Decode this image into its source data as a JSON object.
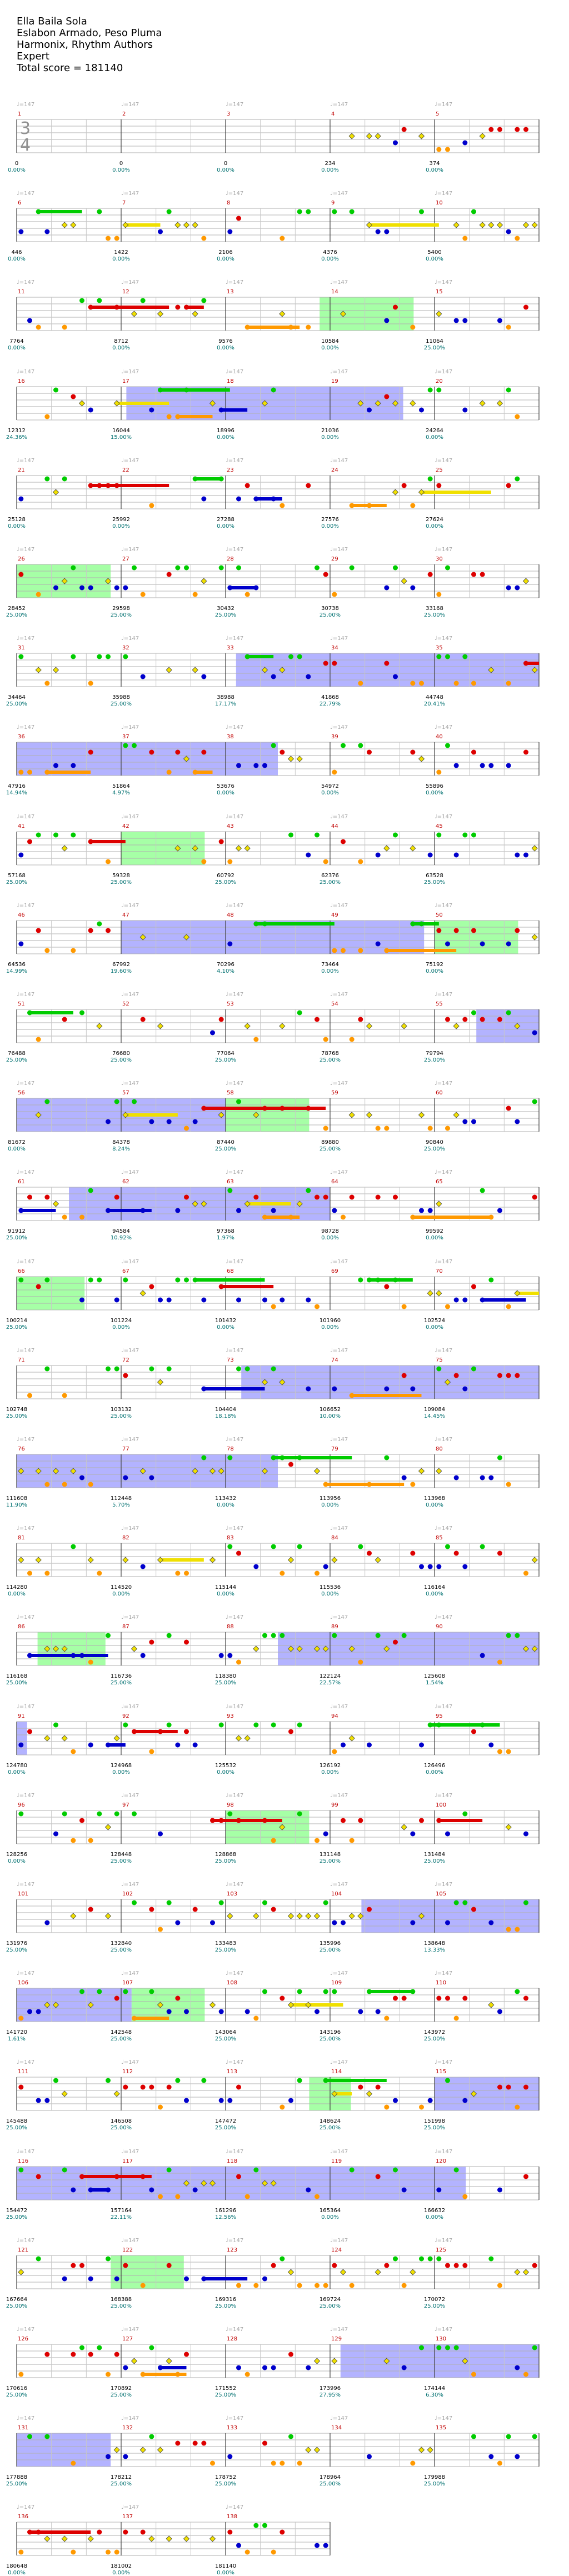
{
  "song": {
    "title": "Ella Baila Sola",
    "artist": "Eslabon Armado, Peso Pluma",
    "authors": "Harmonix, Rhythm Authors",
    "difficulty": "Expert",
    "total_label": "Total score = ",
    "total_score": "181140"
  },
  "time_signature": {
    "top": "3",
    "bottom": "4"
  },
  "tempo_label": "♩=147",
  "colors": {
    "green": "#00cc00",
    "red": "#dd0000",
    "yellow": "#f0e000",
    "blue": "#0000cc",
    "orange": "#ff9900",
    "sp": "#80ff80",
    "solo": "#8080ff"
  },
  "rows": [
    {
      "m0": 1,
      "n": 5,
      "scores": [
        "0",
        "0",
        "0",
        "234",
        "374"
      ],
      "pcts": [
        "0.00%",
        "0.00%",
        "0.00%",
        "0.00%",
        "0.00%"
      ]
    },
    {
      "m0": 6,
      "n": 5,
      "scores": [
        "446",
        "1422",
        "2106",
        "4376",
        "5400"
      ],
      "pcts": [
        "0.00%",
        "0.00%",
        "0.00%",
        "0.00%",
        "0.00%"
      ]
    },
    {
      "m0": 11,
      "n": 5,
      "scores": [
        "7764",
        "8712",
        "9576",
        "10584",
        "11064"
      ],
      "pcts": [
        "0.00%",
        "0.00%",
        "0.00%",
        "0.00%",
        "25.00%"
      ]
    },
    {
      "m0": 16,
      "n": 5,
      "scores": [
        "12312",
        "16044",
        "18996",
        "21036",
        "24264"
      ],
      "pcts": [
        "24.36%",
        "15.00%",
        "0.00%",
        "0.00%",
        "0.00%"
      ]
    },
    {
      "m0": 21,
      "n": 5,
      "scores": [
        "25128",
        "25992",
        "27288",
        "27576",
        "27624"
      ],
      "pcts": [
        "0.00%",
        "0.00%",
        "0.00%",
        "0.00%",
        "0.00%"
      ]
    },
    {
      "m0": 26,
      "n": 5,
      "scores": [
        "28452",
        "29598",
        "30432",
        "30738",
        "33168"
      ],
      "pcts": [
        "25.00%",
        "25.00%",
        "25.00%",
        "25.00%",
        "25.00%"
      ]
    },
    {
      "m0": 31,
      "n": 5,
      "scores": [
        "34464",
        "35988",
        "38988",
        "41868",
        "44748"
      ],
      "pcts": [
        "25.00%",
        "25.00%",
        "17.17%",
        "22.79%",
        "20.41%"
      ]
    },
    {
      "m0": 36,
      "n": 5,
      "scores": [
        "47916",
        "51864",
        "53676",
        "54972",
        "55896"
      ],
      "pcts": [
        "14.94%",
        "4.97%",
        "0.00%",
        "0.00%",
        "0.00%"
      ]
    },
    {
      "m0": 41,
      "n": 5,
      "scores": [
        "57168",
        "59328",
        "60792",
        "62376",
        "63528"
      ],
      "pcts": [
        "25.00%",
        "25.00%",
        "25.00%",
        "25.00%",
        "25.00%"
      ]
    },
    {
      "m0": 46,
      "n": 5,
      "scores": [
        "64536",
        "67992",
        "70296",
        "73464",
        "75192"
      ],
      "pcts": [
        "14.99%",
        "19.60%",
        "4.10%",
        "0.00%",
        "0.00%"
      ]
    },
    {
      "m0": 51,
      "n": 5,
      "scores": [
        "76488",
        "76680",
        "77064",
        "78768",
        "79794"
      ],
      "pcts": [
        "25.00%",
        "25.00%",
        "25.00%",
        "25.00%",
        "25.00%"
      ]
    },
    {
      "m0": 56,
      "n": 5,
      "scores": [
        "81672",
        "84378",
        "87440",
        "89880",
        "90840"
      ],
      "pcts": [
        "0.00%",
        "8.24%",
        "25.00%",
        "25.00%",
        "25.00%"
      ]
    },
    {
      "m0": 61,
      "n": 5,
      "scores": [
        "91912",
        "94584",
        "97368",
        "98728",
        "99592"
      ],
      "pcts": [
        "25.00%",
        "10.92%",
        "1.97%",
        "0.00%",
        "0.00%"
      ]
    },
    {
      "m0": 66,
      "n": 5,
      "scores": [
        "100214",
        "101224",
        "101432",
        "101960",
        "102524"
      ],
      "pcts": [
        "25.00%",
        "0.00%",
        "0.00%",
        "0.00%",
        "0.00%"
      ]
    },
    {
      "m0": 71,
      "n": 5,
      "scores": [
        "102748",
        "103132",
        "104404",
        "106652",
        "109084"
      ],
      "pcts": [
        "25.00%",
        "25.00%",
        "18.18%",
        "10.00%",
        "14.45%"
      ]
    },
    {
      "m0": 76,
      "n": 5,
      "scores": [
        "111608",
        "112448",
        "113432",
        "113956",
        "113968"
      ],
      "pcts": [
        "11.90%",
        "5.70%",
        "0.00%",
        "0.00%",
        "0.00%"
      ]
    },
    {
      "m0": 81,
      "n": 5,
      "scores": [
        "114280",
        "114520",
        "115144",
        "115536",
        "116164"
      ],
      "pcts": [
        "0.00%",
        "0.00%",
        "0.00%",
        "0.00%",
        "0.00%"
      ]
    },
    {
      "m0": 86,
      "n": 5,
      "scores": [
        "116168",
        "116736",
        "118380",
        "122124",
        "125608"
      ],
      "pcts": [
        "25.00%",
        "25.00%",
        "25.00%",
        "22.57%",
        "1.54%"
      ]
    },
    {
      "m0": 91,
      "n": 5,
      "scores": [
        "124780",
        "124968",
        "125532",
        "126192",
        "126496"
      ],
      "pcts": [
        "0.00%",
        "0.00%",
        "0.00%",
        "0.00%",
        "0.00%"
      ]
    },
    {
      "m0": 96,
      "n": 5,
      "scores": [
        "128256",
        "128448",
        "128868",
        "131148",
        "131484"
      ],
      "pcts": [
        "0.00%",
        "25.00%",
        "25.00%",
        "25.00%",
        "25.00%"
      ]
    },
    {
      "m0": 101,
      "n": 5,
      "scores": [
        "131976",
        "132840",
        "133483",
        "135996",
        "138648"
      ],
      "pcts": [
        "25.00%",
        "25.00%",
        "25.00%",
        "25.00%",
        "13.33%"
      ]
    },
    {
      "m0": 106,
      "n": 5,
      "scores": [
        "141720",
        "142548",
        "143064",
        "143196",
        "143972"
      ],
      "pcts": [
        "1.61%",
        "25.00%",
        "25.00%",
        "25.00%",
        "25.00%"
      ]
    },
    {
      "m0": 111,
      "n": 5,
      "scores": [
        "145488",
        "146508",
        "147472",
        "148624",
        "151998"
      ],
      "pcts": [
        "25.00%",
        "25.00%",
        "25.00%",
        "25.00%",
        "25.00%"
      ]
    },
    {
      "m0": 116,
      "n": 5,
      "scores": [
        "154472",
        "157164",
        "161296",
        "165364",
        "166632"
      ],
      "pcts": [
        "25.00%",
        "22.11%",
        "12.56%",
        "0.00%",
        "0.00%"
      ]
    },
    {
      "m0": 121,
      "n": 5,
      "scores": [
        "167664",
        "168388",
        "169316",
        "169724",
        "170072"
      ],
      "pcts": [
        "25.00%",
        "25.00%",
        "25.00%",
        "25.00%",
        "25.00%"
      ]
    },
    {
      "m0": 126,
      "n": 5,
      "scores": [
        "170616",
        "170892",
        "171552",
        "173996",
        "174144"
      ],
      "pcts": [
        "25.00%",
        "25.00%",
        "25.00%",
        "27.95%",
        "6.30%"
      ]
    },
    {
      "m0": 131,
      "n": 5,
      "scores": [
        "177888",
        "178212",
        "178752",
        "178964",
        "179988"
      ],
      "pcts": [
        "25.00%",
        "25.00%",
        "25.00%",
        "25.00%",
        "25.00%"
      ]
    },
    {
      "m0": 136,
      "n": 3,
      "scores": [
        "180648",
        "181002",
        "181140"
      ],
      "pcts": [
        "0.00%",
        "0.00%",
        "0.00%"
      ]
    }
  ],
  "gains": [
    "",
    ""
  ]
}
